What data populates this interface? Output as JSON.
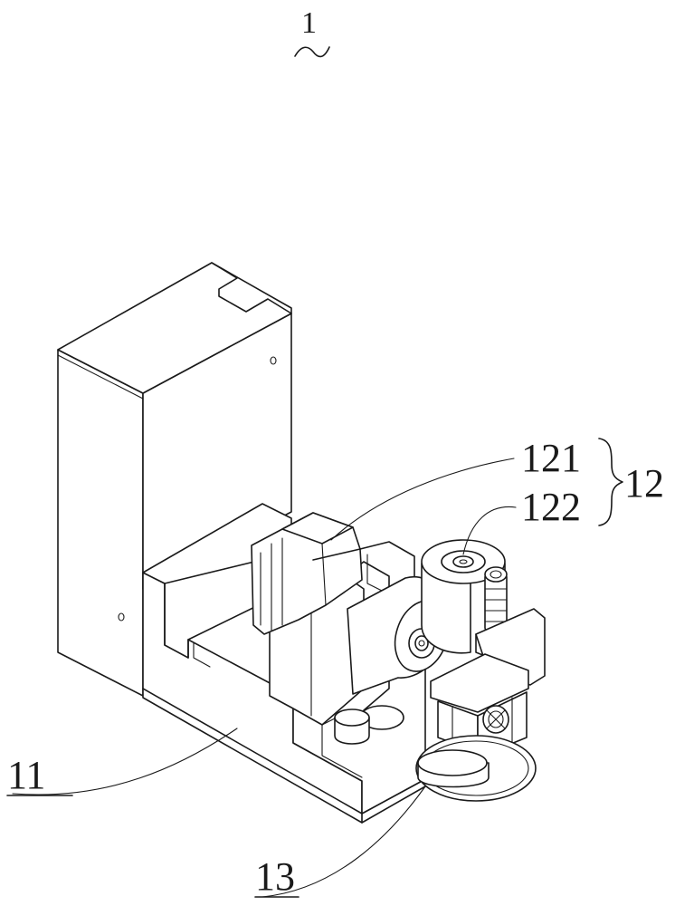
{
  "figure": {
    "assembly_label": "1",
    "labels": {
      "housing": "11",
      "unit": "12",
      "part_a": "121",
      "part_b": "122",
      "base": "13"
    }
  }
}
